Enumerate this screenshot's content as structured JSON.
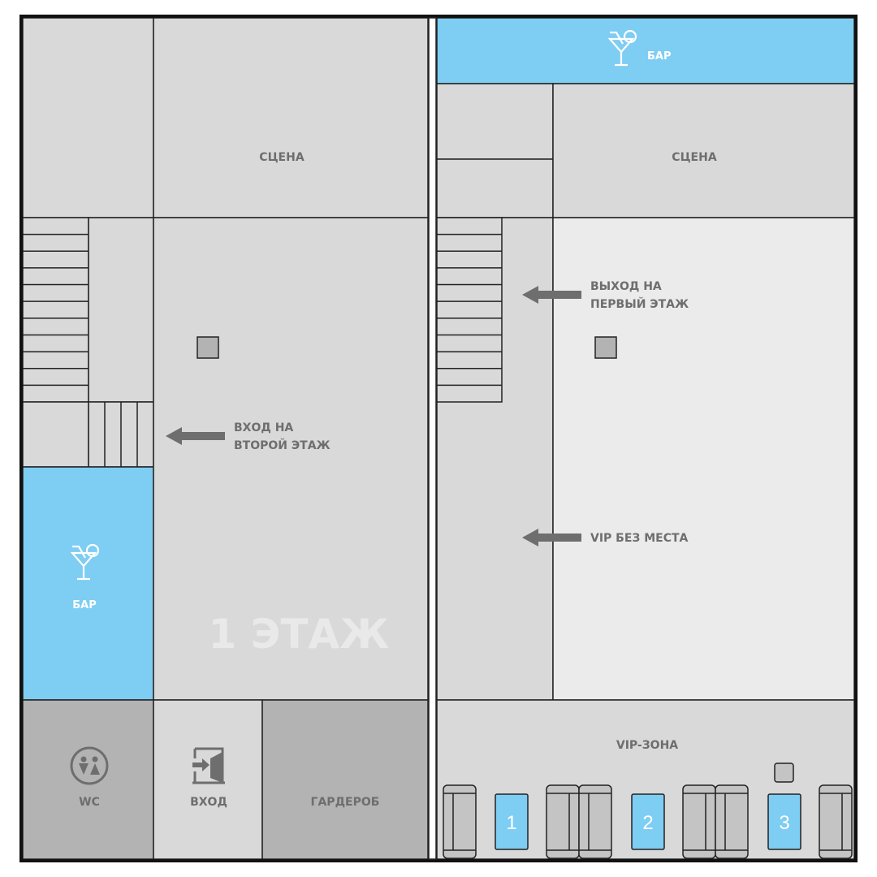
{
  "floor1": {
    "title": "1 ЭТАЖ",
    "stage_label": "СЦЕНА",
    "bar_label": "БАР",
    "stairs_label_line1": "ВХОД НА",
    "stairs_label_line2": "ВТОРОЙ ЭТАЖ",
    "wc_label": "WC",
    "entrance_label": "ВХОД",
    "cloakroom_label": "ГАРДЕРОБ"
  },
  "floor2": {
    "bar_label": "БАР",
    "stage_label": "СЦЕНА",
    "exit_label_line1": "ВЫХОД НА",
    "exit_label_line2": "ПЕРВЫЙ ЭТАЖ",
    "vip_no_seat_label": "VIP БЕЗ МЕСТА",
    "vip_zone_label": "VIP-ЗОНА",
    "tables": [
      "1",
      "2",
      "3"
    ]
  },
  "icons": [
    "cocktail-icon",
    "wc-icon",
    "entrance-door-icon",
    "arrow-left-icon"
  ],
  "colors": {
    "bar": "#7ecdf3",
    "room": "#d9d9d9",
    "service": "#b3b3b3",
    "vip_room": "#ebebeb",
    "text": "#6e6e6e"
  }
}
